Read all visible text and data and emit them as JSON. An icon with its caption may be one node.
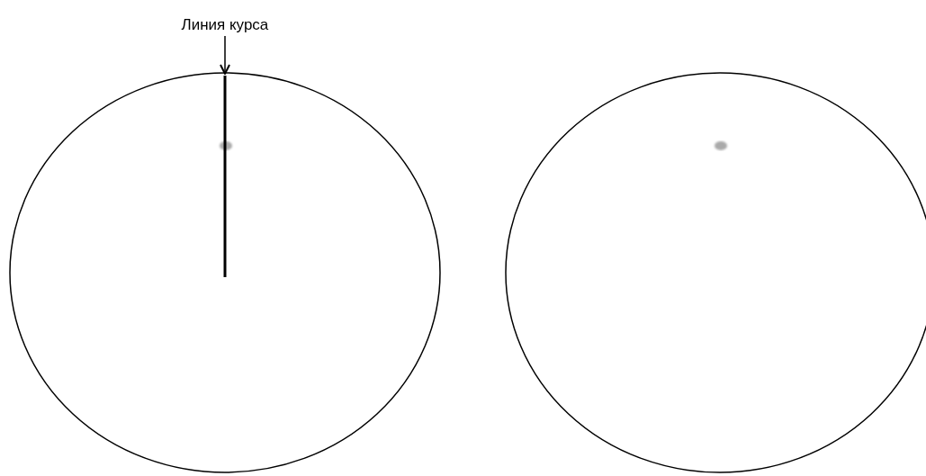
{
  "diagram": {
    "nodes": [
      {
        "text": [
          "Линия курса"
        ]
      },
      {
        "text": [],
        "shape": "line"
      }
    ],
    "edges": [
      {
        "from": 0,
        "to": 1,
        "arrow": "to"
      }
    ]
  }
}
